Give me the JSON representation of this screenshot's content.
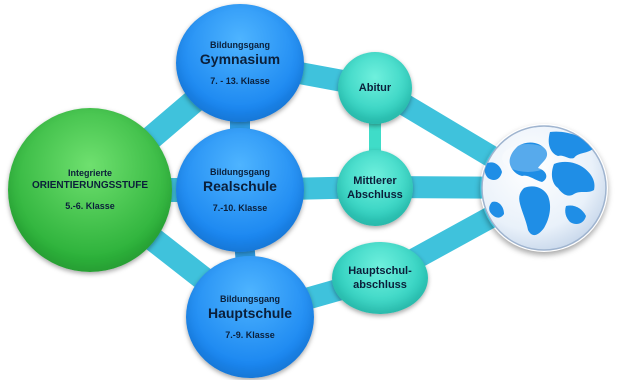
{
  "colors": {
    "link": "#3fc2dc",
    "orientation": "#35c23e",
    "track": "#2196f3",
    "degree": "#3fdcc8"
  },
  "orientation": {
    "line1": "Integrierte",
    "line2": "ORIENTIERUNGSSTUFE",
    "line3": "5.-6. Klasse"
  },
  "gymnasium": {
    "caption": "Bildungsgang",
    "name": "Gymnasium",
    "grades": "7. - 13.  Klasse"
  },
  "realschule": {
    "caption": "Bildungsgang",
    "name": "Realschule",
    "grades": "7.-10. Klasse"
  },
  "hauptschule": {
    "caption": "Bildungsgang",
    "name": "Hauptschule",
    "grades": "7.-9. Klasse"
  },
  "abitur": {
    "label": "Abitur"
  },
  "mittlerer": {
    "line1": "Mittlerer",
    "line2": "Abschluss"
  },
  "hauptschulabschluss": {
    "line1": "Hauptschul-",
    "line2": "abschluss"
  },
  "globe": {
    "icon": "globe-icon"
  }
}
